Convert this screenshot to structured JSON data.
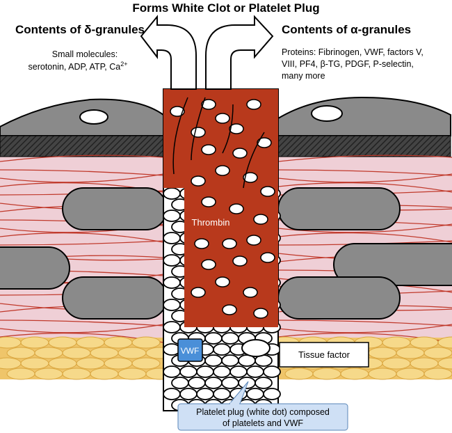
{
  "title": "Forms White Clot or Platelet Plug",
  "left": {
    "heading": "Contents of δ-granules",
    "line1": "Small molecules:",
    "line2": "serotonin, ADP, ATP, Ca",
    "line2_sup": "2+"
  },
  "right": {
    "heading": "Contents of α-granules",
    "line1": "Proteins: Fibrinogen, VWF, factors V,",
    "line2": "VIII, PF4, β-TG, PDGF, P-selectin,",
    "line3": "many more"
  },
  "labels": {
    "thrombin": "Thrombin",
    "vwf": "VWF",
    "tissue_factor": "Tissue factor",
    "callout_line1": "Platelet plug (white dot)  composed",
    "callout_line2": "of platelets and VWF"
  },
  "colors": {
    "clot_red": "#b8391c",
    "vessel_pink": "#efcfd6",
    "fiber_red": "#c0392b",
    "fat_yellow": "#efc56a",
    "cell_gray": "#8a8a8a",
    "vwf_blue": "#4a8fd8",
    "callout_blue": "#cfe0f5"
  }
}
